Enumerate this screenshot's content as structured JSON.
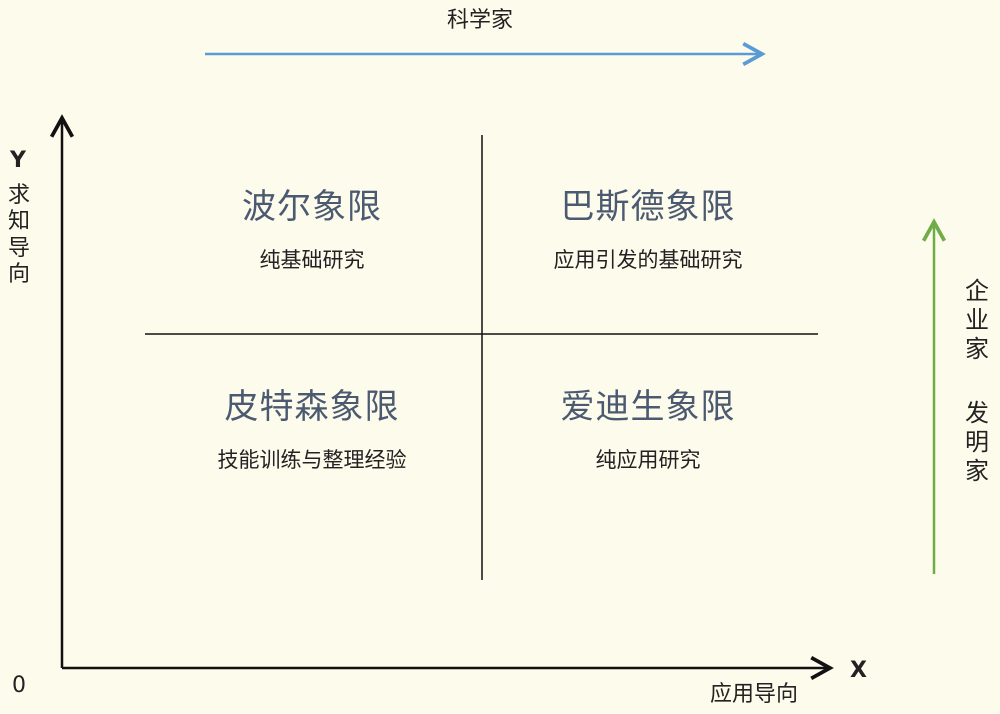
{
  "top_label": "科学家",
  "y_axis": {
    "letter": "Y",
    "title_chars": [
      "求",
      "知",
      "导",
      "向"
    ]
  },
  "x_axis": {
    "letter": "X",
    "title": "应用导向"
  },
  "origin": "0",
  "right_label": {
    "group_a": [
      "企",
      "业",
      "家"
    ],
    "group_b": [
      "发",
      "明",
      "家"
    ]
  },
  "quadrants": {
    "top_left": {
      "title": "波尔象限",
      "desc": "纯基础研究"
    },
    "top_right": {
      "title": "巴斯德象限",
      "desc": "应用引发的基础研究"
    },
    "bottom_left": {
      "title": "皮特森象限",
      "desc": "技能训练与整理经验"
    },
    "bottom_right": {
      "title": "爱迪生象限",
      "desc": "纯应用研究"
    }
  },
  "colors": {
    "background": "#fdfbec",
    "scientist_arrow": "#5b9bd5",
    "entrepreneur_arrow": "#70ad47",
    "quadrant_title": "#4b5a71",
    "axis": "#111111"
  }
}
